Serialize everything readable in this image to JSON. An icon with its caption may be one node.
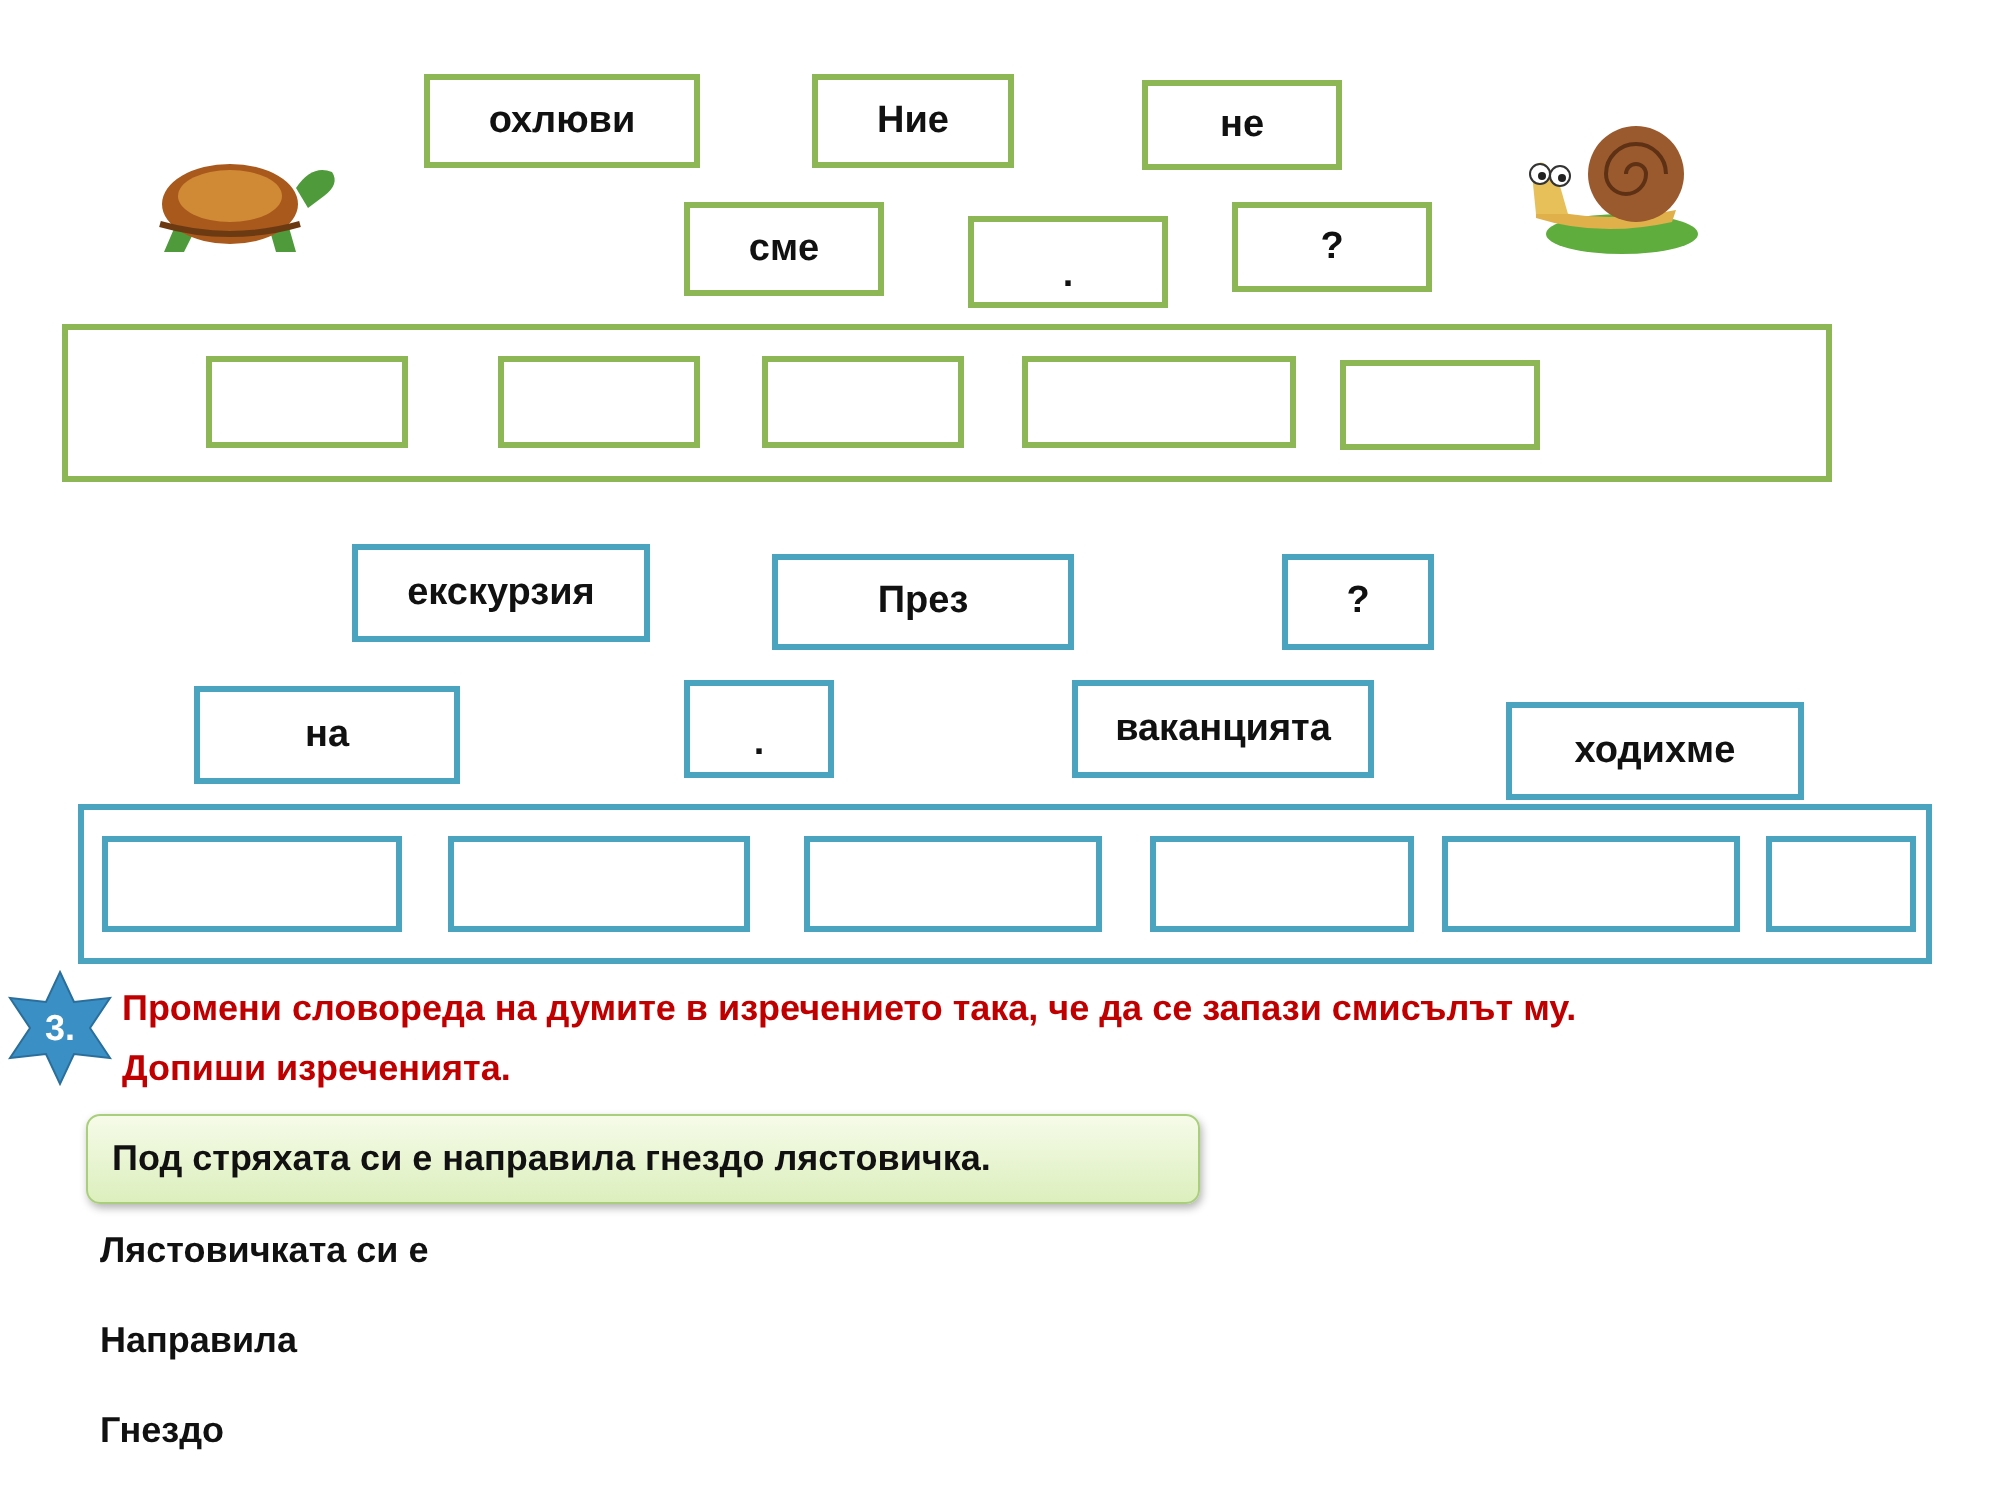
{
  "diagram": {
    "nodes": [
      {
        "text": [
          "охлюви"
        ]
      },
      {
        "text": [
          "Ние"
        ]
      },
      {
        "text": [
          "не"
        ]
      },
      {
        "text": [
          "сме"
        ]
      },
      {
        "text": [
          "."
        ]
      },
      {
        "text": [
          "?"
        ]
      },
      {
        "text": [],
        "shape": "box"
      },
      {
        "text": [],
        "shape": "box",
        "in": 6
      },
      {
        "text": [],
        "shape": "box",
        "in": 6
      },
      {
        "text": [],
        "shape": "box",
        "in": 6
      },
      {
        "text": [],
        "shape": "box",
        "in": 6
      },
      {
        "text": [],
        "shape": "box",
        "in": 6
      },
      {
        "text": [
          "екскурзия"
        ]
      },
      {
        "text": [
          "През"
        ]
      },
      {
        "text": [
          "?"
        ]
      },
      {
        "text": [
          "на"
        ]
      },
      {
        "text": [
          "."
        ]
      },
      {
        "text": [
          "ваканцията"
        ]
      },
      {
        "text": [
          "ходихме"
        ]
      },
      {
        "text": [],
        "shape": "box"
      },
      {
        "text": [],
        "shape": "box",
        "in": 19
      },
      {
        "text": [],
        "shape": "box",
        "in": 19
      },
      {
        "text": [],
        "shape": "box",
        "in": 19
      },
      {
        "text": [],
        "shape": "box",
        "in": 19
      },
      {
        "text": [],
        "shape": "box",
        "in": 19
      },
      {
        "text": [],
        "shape": "box",
        "in": 19
      },
      {
        "text": [
          "3."
        ]
      },
      {
        "text": [
          "Под стряхата си е направила гнездо лястовичка."
        ]
      }
    ],
    "labels": [
      "Промени словореда на думите в изречението така, че да се запази смисълът му.",
      "Допиши изреченията.",
      "Лястовичката си е",
      "Направила",
      "Гнездо"
    ]
  }
}
